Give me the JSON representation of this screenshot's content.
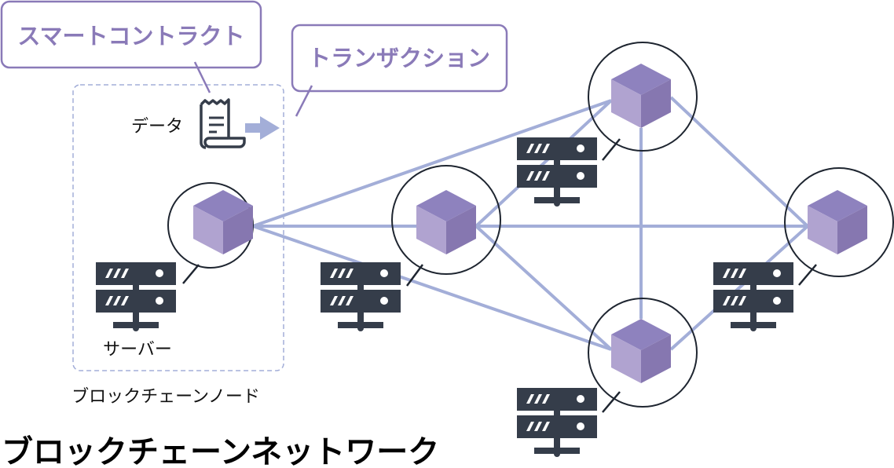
{
  "title": "ブロックチェーンネットワーク",
  "node_group_label": "ブロックチェーンノード",
  "callouts": {
    "smart_contract": "スマートコントラクト",
    "transaction": "トランザクション"
  },
  "labels": {
    "data": "データ",
    "server": "サーバー"
  },
  "icons": {
    "block": "cube-icon",
    "server": "server-icon",
    "document": "receipt-document-icon",
    "arrow": "arrow-right-icon"
  },
  "nodes": [
    {
      "id": "node-1",
      "name": "local-node"
    },
    {
      "id": "node-2",
      "name": "center-node"
    },
    {
      "id": "node-3",
      "name": "top-node"
    },
    {
      "id": "node-4",
      "name": "bottom-node"
    },
    {
      "id": "node-5",
      "name": "right-node"
    }
  ],
  "edges": [
    [
      "node-1",
      "node-3"
    ],
    [
      "node-1",
      "node-2"
    ],
    [
      "node-1",
      "node-4"
    ],
    [
      "node-2",
      "node-3"
    ],
    [
      "node-2",
      "node-5"
    ],
    [
      "node-2",
      "node-4"
    ],
    [
      "node-3",
      "node-4"
    ],
    [
      "node-3",
      "node-5"
    ],
    [
      "node-4",
      "node-5"
    ]
  ],
  "colors": {
    "callout_purple": "#8a7ab8",
    "edge_blue": "#a3aed8",
    "cube_top": "#8e82be",
    "cube_left": "#b0a3d0",
    "cube_right": "#8677b0",
    "server_dark": "#353d4a",
    "dashed_border": "#a3aed8"
  }
}
